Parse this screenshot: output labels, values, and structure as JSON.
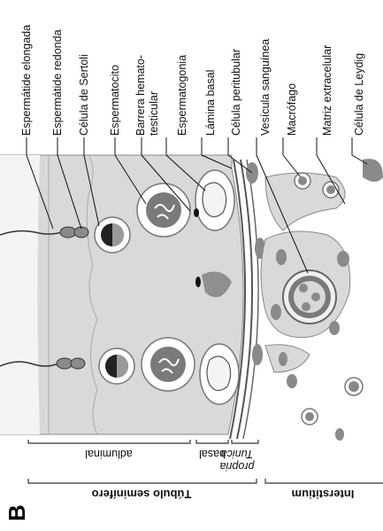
{
  "panel_letter": "B",
  "labels": {
    "espermatide_elongada": "Espermátide elongada",
    "espermatide_redonda": "Espermátide redonda",
    "celula_sertoli": "Célula de Sertoli",
    "espermatocito": "Espermatocito",
    "barrera_1": "Barrera hemato-",
    "barrera_2": "testicular",
    "espermatogonia": "Espermatogonia",
    "lamina_basal": "Lámina basal",
    "celula_peritubular": "Célula peritubular",
    "vesicula_sanguinea": "Vesícula sanguínea",
    "macrofago": "Macrófago",
    "matriz_extracelular": "Matriz extracelular",
    "celula_leydig": "Célula de Leydig"
  },
  "regions": {
    "adluminal": "adluminal",
    "basal": "basal",
    "tunica_1": "Tunica",
    "tunica_2": "propria",
    "tubulo": "Túbulo seminífero",
    "interstitium": "Interstitium"
  },
  "colors": {
    "tubule_fill": "#d6d6d6",
    "cell_dark": "#7a7a7a",
    "cell_mid": "#9a9a9a",
    "nucleus": "#8a8a8a",
    "vessel_ring": "#6f6f6f",
    "line": "#444444"
  }
}
